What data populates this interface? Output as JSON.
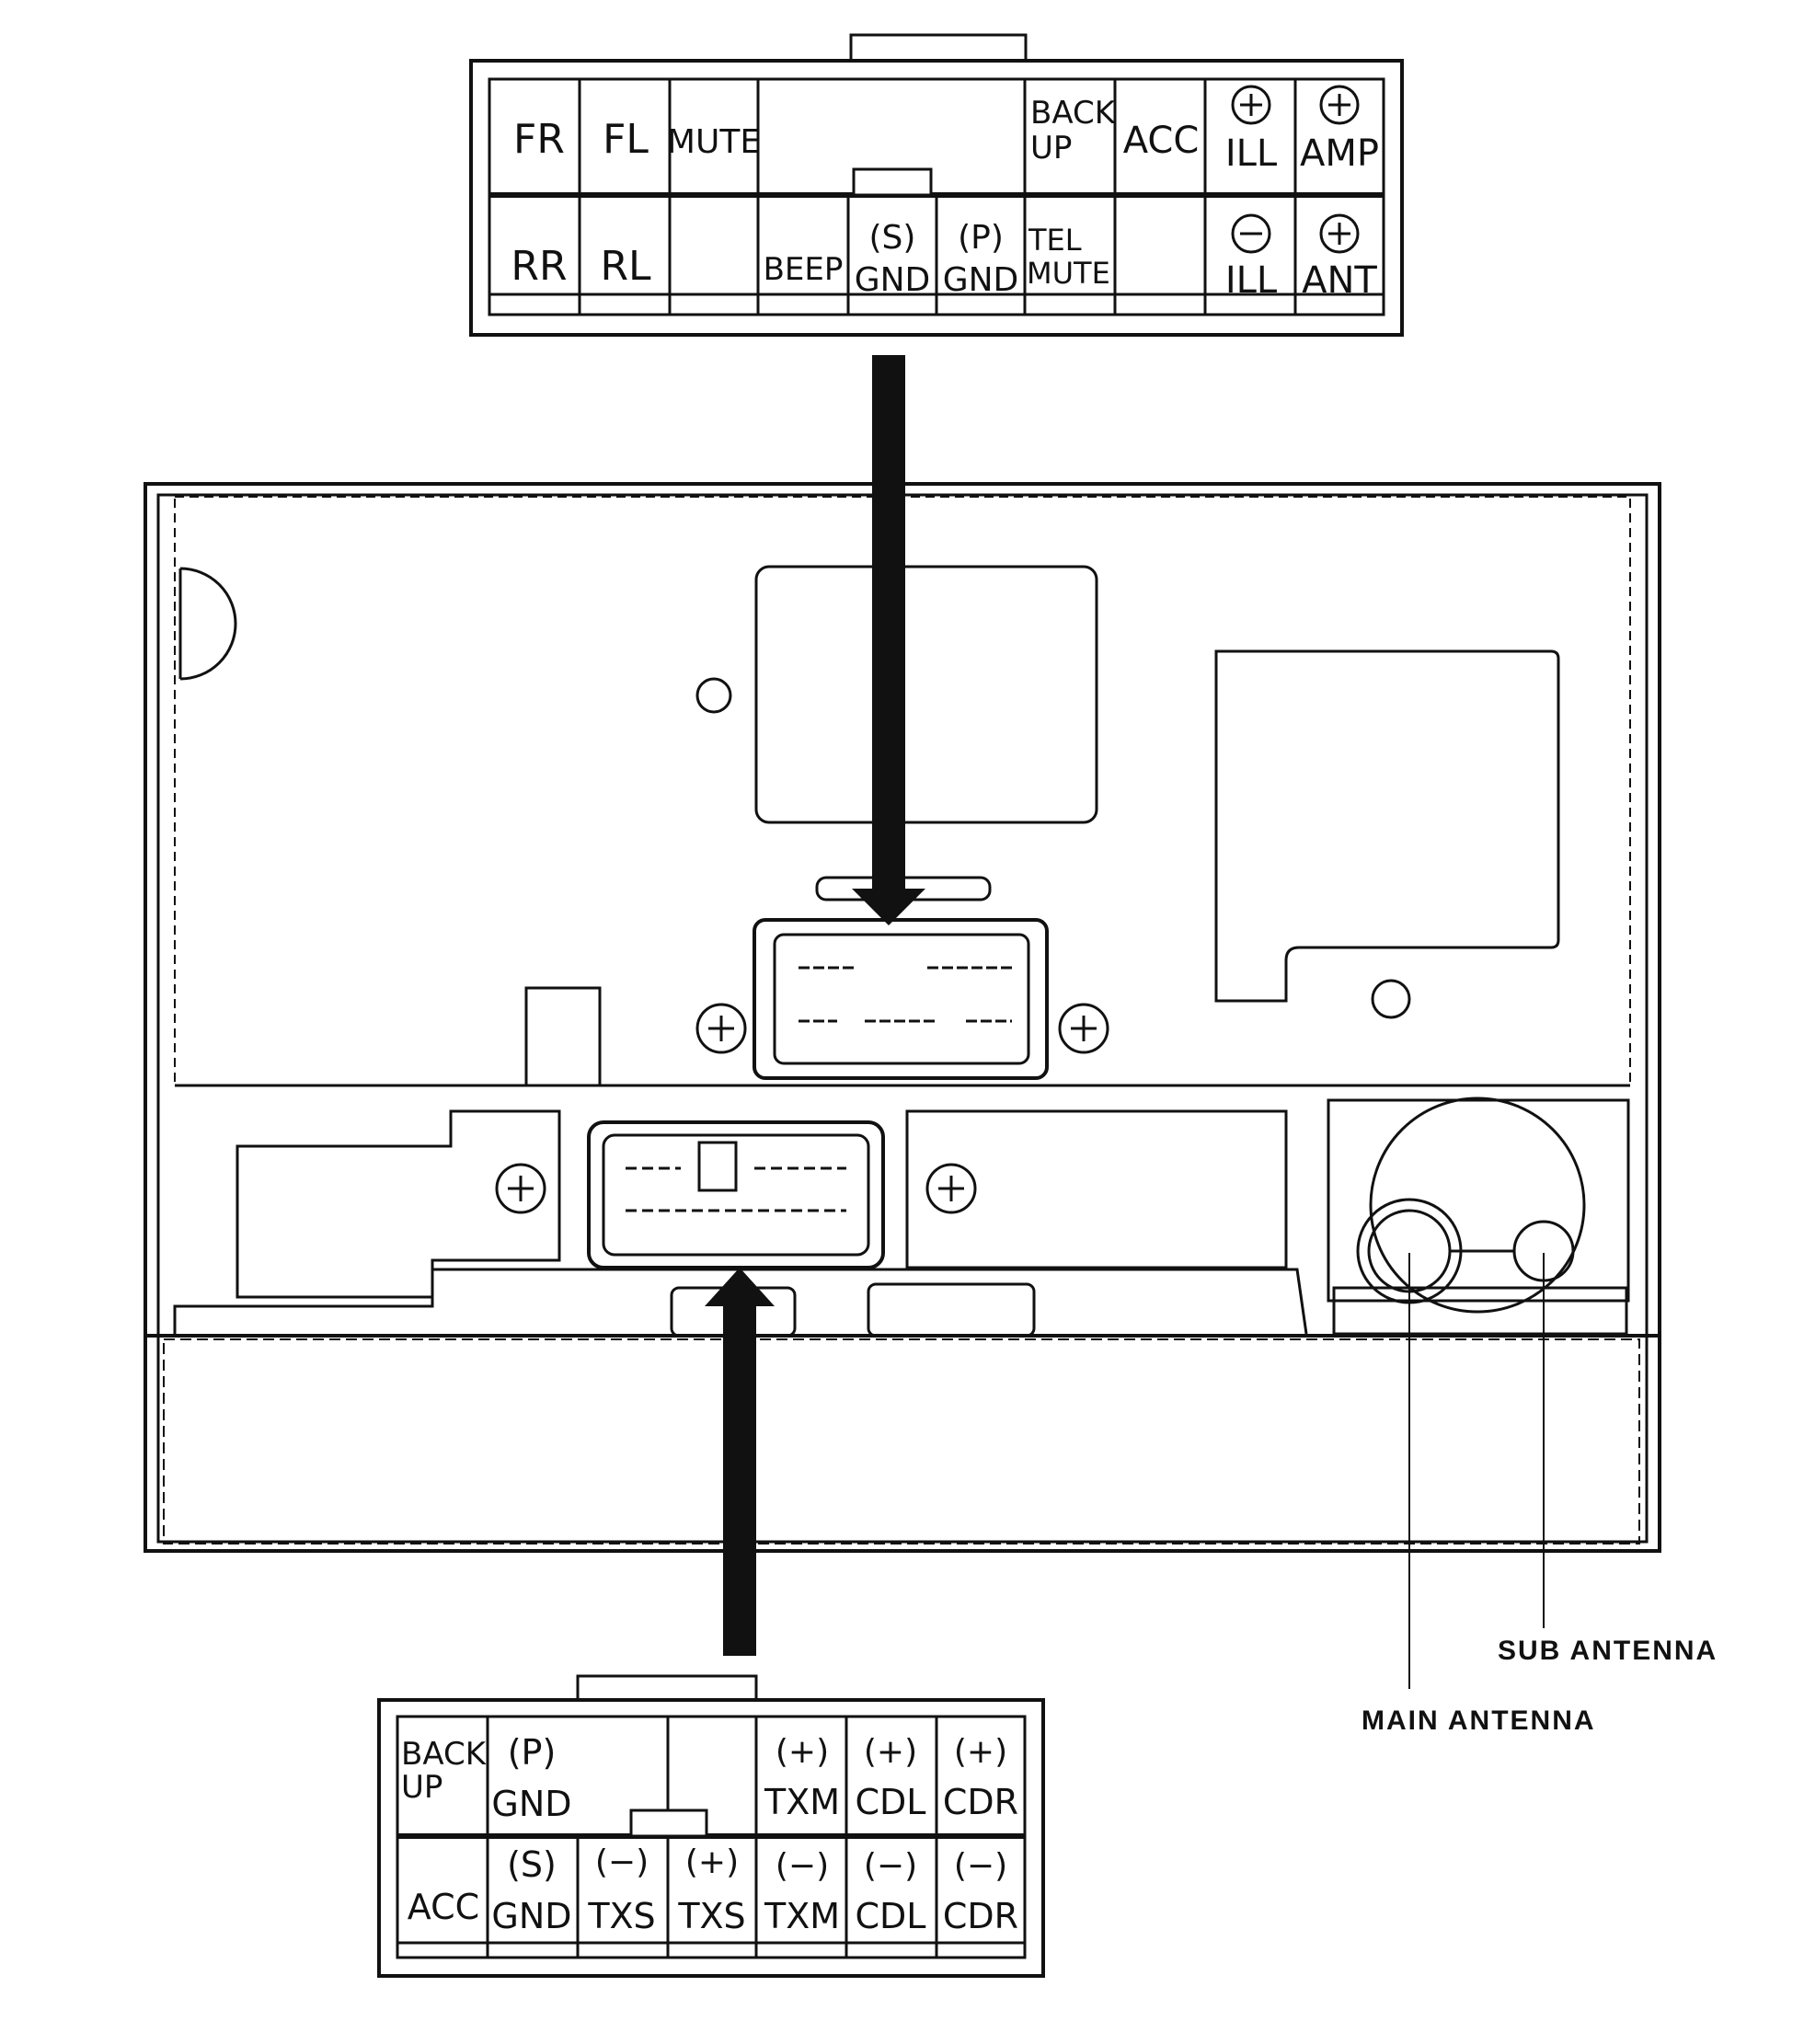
{
  "top_connector": {
    "row1": [
      "FR",
      "FL",
      "MUTE",
      "",
      "BACK UP",
      "ACC",
      "ILL",
      "AMP"
    ],
    "row2": [
      "RR",
      "RL",
      "",
      "BEEP",
      "GND",
      "GND",
      "TEL MUTE",
      "",
      "ILL",
      "ANT"
    ],
    "prefixes": {
      "s_gnd": "(S)",
      "p_gnd": "(P)"
    }
  },
  "bottom_connector": {
    "row1": [
      "BACK UP",
      "GND",
      "",
      "",
      "TXM",
      "CDL",
      "CDR"
    ],
    "row2": [
      "ACC",
      "GND",
      "TXS",
      "TXS",
      "TXM",
      "CDL",
      "CDR"
    ],
    "prefixes": {
      "p": "(P)",
      "s": "(S)",
      "minus": "(−)",
      "plus": "(+)"
    }
  },
  "labels": {
    "sub_antenna": "SUB ANTENNA",
    "main_antenna": "MAIN ANTENNA"
  },
  "colors": {
    "line": "#111111",
    "background": "#ffffff"
  }
}
